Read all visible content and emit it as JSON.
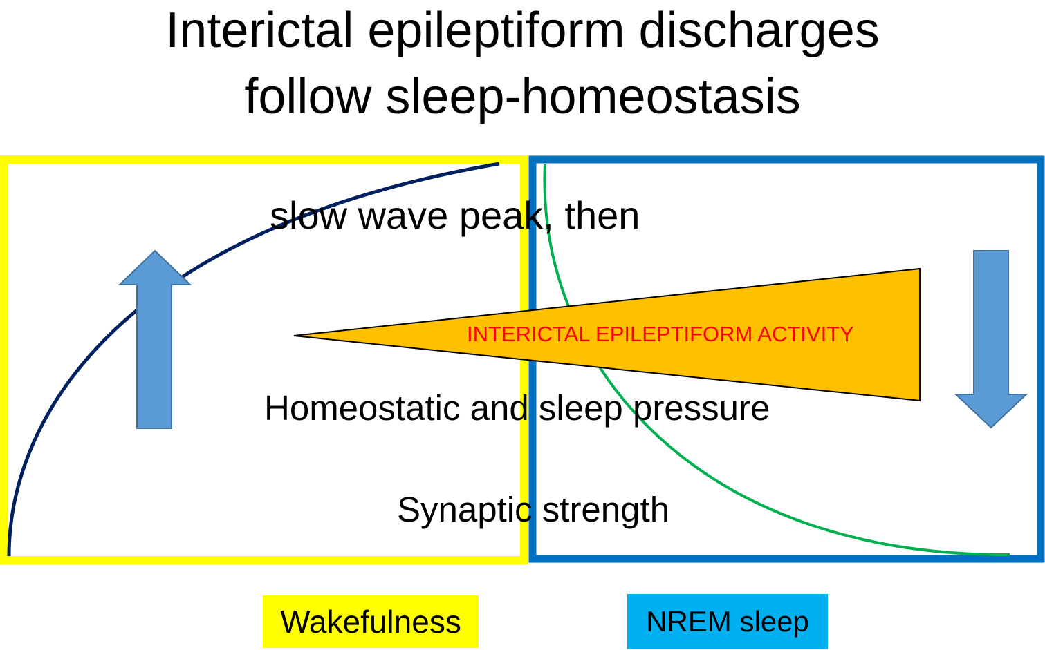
{
  "title": {
    "line1": "Interictal epileptiform discharges",
    "line2": "follow sleep-homeostasis"
  },
  "diagram": {
    "slow_wave_text": "slow wave peak, then",
    "activity_label": "INTERICTAL EPILEPTIFORM ACTIVITY",
    "pressure_text": "Homeostatic and sleep pressure",
    "synaptic_text": "Synaptic strength"
  },
  "labels": {
    "wake": "Wakefulness",
    "nrem": "NREM sleep"
  },
  "colors": {
    "wake": "#FFFF00",
    "nrem_box": "#0070C0",
    "nrem_label": "#00B0F0",
    "wake_curve": "#002060",
    "sleep_curve": "#00B050",
    "arrow": "#5B9BD5",
    "activity": "#FFC000",
    "activity_text": "#FF0000"
  }
}
